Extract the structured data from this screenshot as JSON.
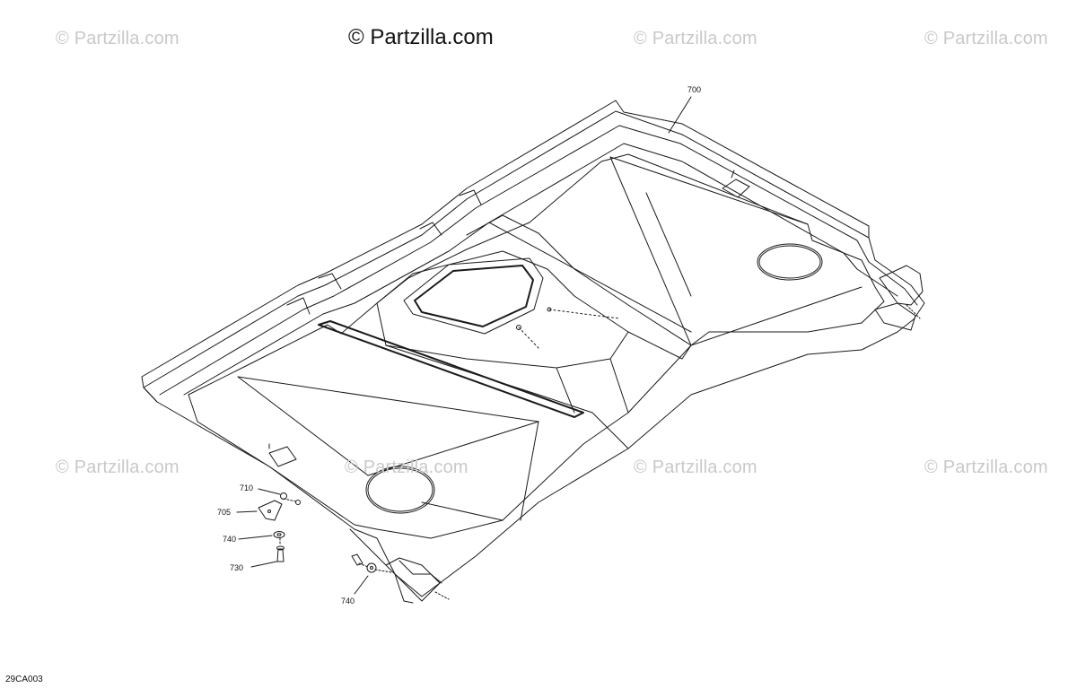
{
  "watermarks": {
    "main": "© Partzilla.com",
    "faded": "© Partzilla.com"
  },
  "callouts": {
    "c700": "700",
    "c710": "710",
    "c705": "705",
    "c740a": "740",
    "c730": "730",
    "c740b": "740"
  },
  "diagram_code": "29CA003",
  "colors": {
    "line": "#1a1a1a",
    "watermark": "#c9c9c9"
  }
}
